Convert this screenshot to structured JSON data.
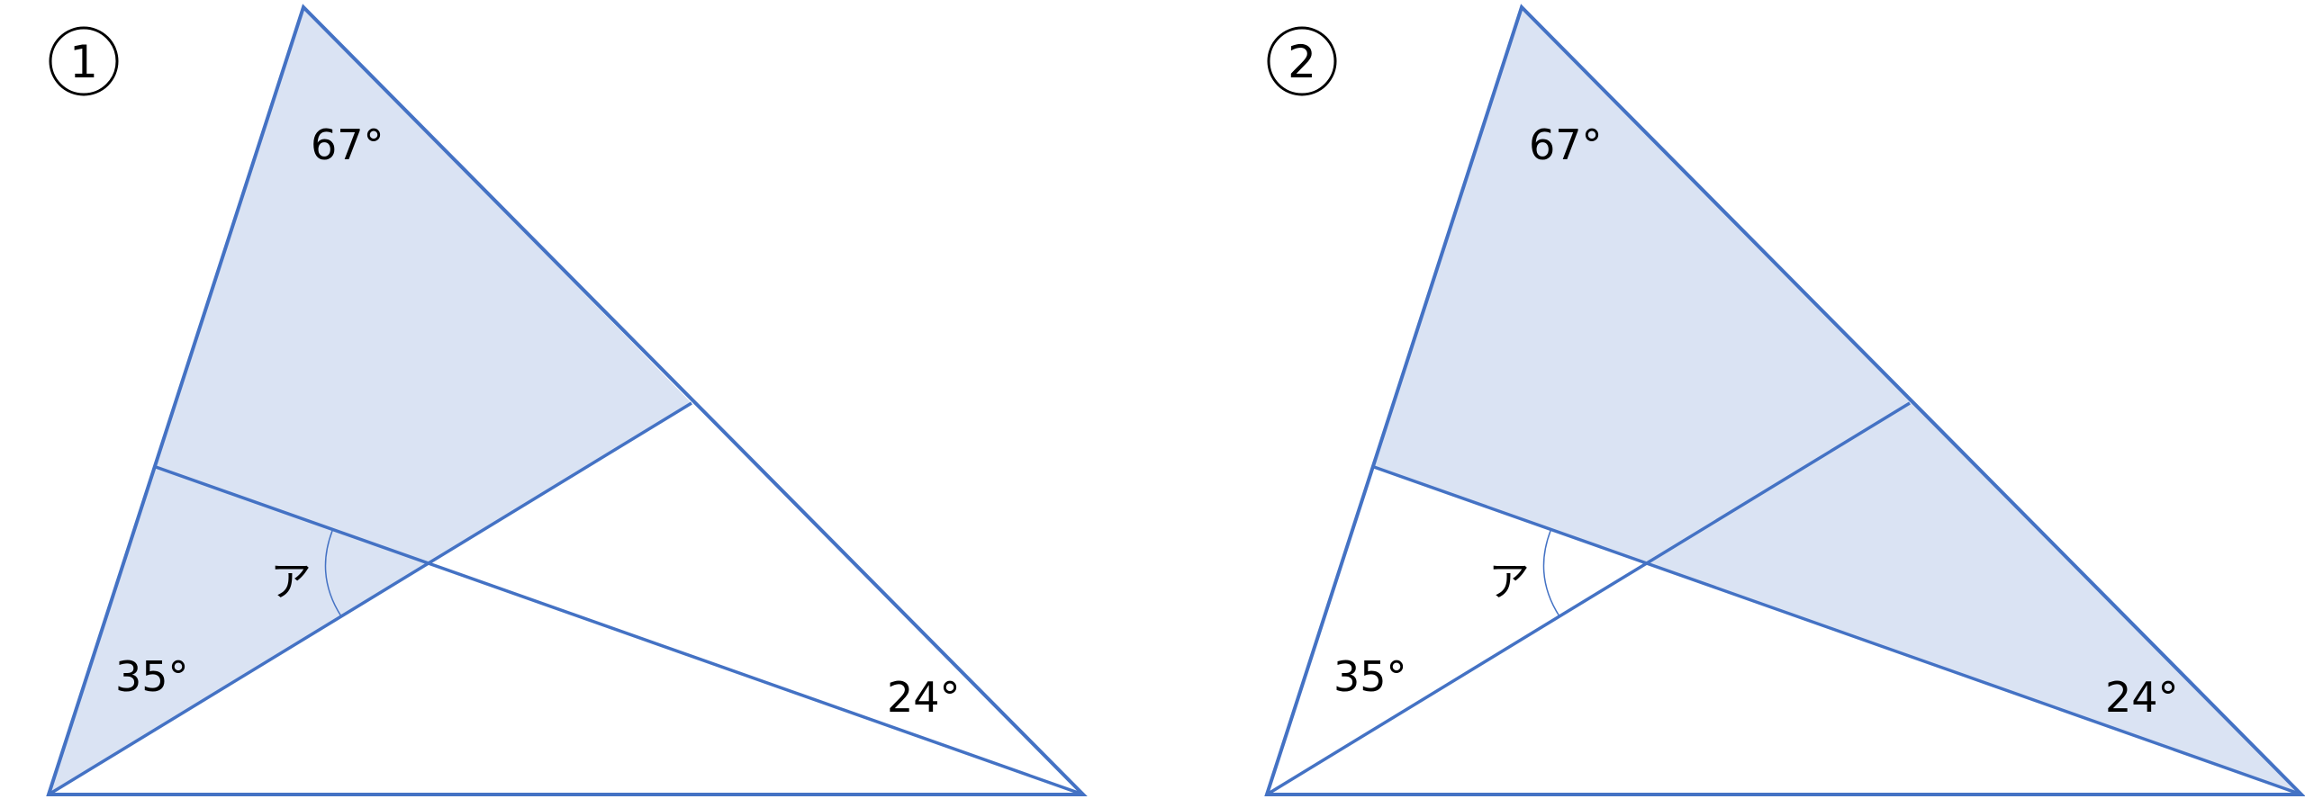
{
  "figures": [
    {
      "number": "1",
      "angle_top": "67°",
      "angle_left": "35°",
      "angle_right": "24°",
      "unknown_angle": "ア",
      "shaded_region": "left-of-cevian"
    },
    {
      "number": "2",
      "angle_top": "67°",
      "angle_left": "35°",
      "angle_right": "24°",
      "unknown_angle": "ア",
      "shaded_region": "above-cevian"
    }
  ],
  "colors": {
    "line": "#4472C4",
    "fill": "#DAE3F3"
  }
}
